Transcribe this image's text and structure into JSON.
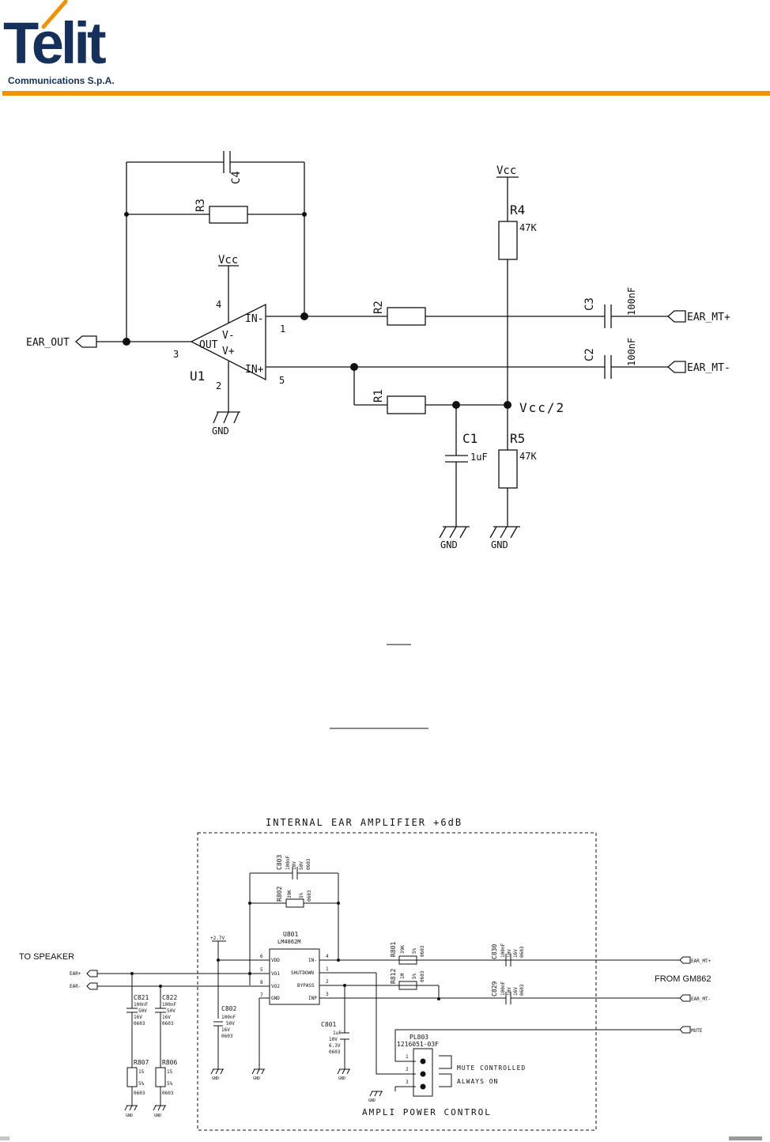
{
  "header": {
    "logo_word": "Telit",
    "logo_subtitle": "Communications S.p.A.",
    "accent_color": "#f39200",
    "brand_color": "#15305b"
  },
  "diagram1": {
    "labels": {
      "c4": "C4",
      "r3": "R3",
      "vcc_top": "Vcc",
      "r4": "R4",
      "r4_val": "47K",
      "vcc_opamp": "Vcc",
      "pin4": "4",
      "in_minus": "IN-",
      "r2": "R2",
      "c3": "C3",
      "c3_val": "100nF",
      "ear_mt_plus": "EAR_MT+",
      "ear_out": "EAR_OUT",
      "v_minus": "V-",
      "out": "OUT",
      "v_plus": "V+",
      "pin3": "3",
      "pin1": "1",
      "c2": "C2",
      "c2_val": "100nF",
      "ear_mt_minus": "EAR_MT-",
      "u1": "U1",
      "pin2": "2",
      "in_plus": "IN+",
      "pin5": "5",
      "r1": "R1",
      "vcc_half": "Vcc/2",
      "c1": "C1",
      "c1_val": "1uF",
      "r5": "R5",
      "r5_val": "47K",
      "gnd_opamp": "GND",
      "gnd_c1": "GND",
      "gnd_r5": "GND"
    }
  },
  "diagram2": {
    "labels": {
      "title": "INTERNAL EAR AMPLIFIER +6dB",
      "c803": "C803",
      "c803_val": "100nF",
      "c803_v1": "10V",
      "c803_v2": "50V",
      "c803_pkg": "0603",
      "r802": "R802",
      "r802_val": "39K",
      "r802_tol": "5%",
      "r802_pkg": "0603",
      "v27": "+2.7V",
      "u801": "U801",
      "u801_part": "LM4862M",
      "p_vdd": "VDD",
      "p_vo1": "VO1",
      "p_vo2": "VO2",
      "p_gnd": "GND",
      "p_in_minus": "IN-",
      "p_shutdown": "SHUTDOWN",
      "p_bypass": "BYPASS",
      "p_inp": "INP",
      "n6": "6",
      "n5": "5",
      "n8": "8",
      "n7": "7",
      "n4": "4",
      "n1": "1",
      "n2": "2",
      "n3": "3",
      "to_speaker": "TO SPEAKER",
      "ear_plus": "EAR+",
      "ear_minus": "EAR-",
      "r801": "R801",
      "r801_val": "39K",
      "r801_tol": "5%",
      "r801_pkg": "0603",
      "r812": "R812",
      "r812_val": "1M",
      "r812_tol": "5%",
      "r812_pkg": "0603",
      "c830": "C830",
      "c830_val": "100nF",
      "c830_v": "10V",
      "c830_v2": "16V",
      "c830_pkg": "0603",
      "c829": "C829",
      "c829_val": "100nF",
      "c829_v": "10V",
      "c829_v2": "16V",
      "c829_pkg": "0603",
      "ear_mt_plus": "EAR_MT+",
      "ear_mt_minus": "EAR_MT-",
      "from_gm862": "FROM GM862",
      "c821": "C821",
      "c821_val": "100nF",
      "c821_v": "50V",
      "c821_v2": "16V",
      "c821_pkg": "0603",
      "c822": "C822",
      "c822_val": "100nF",
      "c822_v": "50V",
      "c822_v2": "16V",
      "c822_pkg": "0603",
      "c802": "C802",
      "c802_val": "100nF",
      "c802_v": "50V",
      "c802_v2": "16V",
      "c802_pkg": "0603",
      "c801": "C801",
      "c801_val": "1uF",
      "c801_v": "10V",
      "c801_v2": "6.3V",
      "c801_pkg": "0603",
      "pl803": "PL803",
      "pl803_part": "1216051-03F",
      "pin1": "1",
      "pin2": "2",
      "pin3": "3",
      "mute_controlled": "MUTE CONTROLLED",
      "always_on": "ALWAYS ON",
      "mute": "MUTE",
      "r807": "R807",
      "r807_val": "15",
      "r807_tol": "5%",
      "r807_pkg": "0603",
      "r806": "R806",
      "r806_val": "15",
      "r806_tol": "5%",
      "r806_pkg": "0603",
      "gnd": "GND",
      "ampli_power_control": "AMPLI POWER CONTROL"
    }
  }
}
